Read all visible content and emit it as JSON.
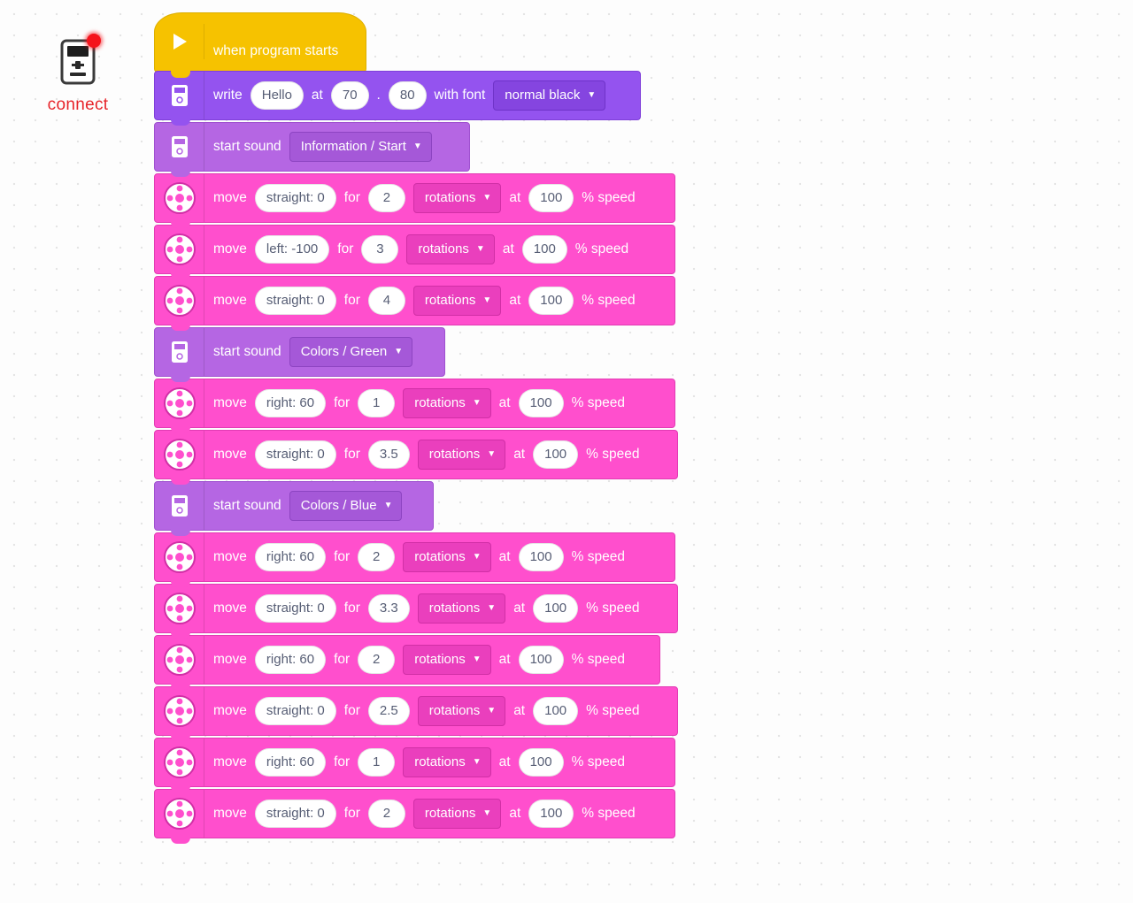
{
  "connect": {
    "label": "connect",
    "status_color": "#f5131b",
    "icon": "hub-icon"
  },
  "colors": {
    "event": "#f6c200",
    "display": "#9453ef",
    "sound": "#b566e3",
    "move": "#ff4fcd"
  },
  "script": {
    "hat": {
      "label": "when program starts",
      "icon": "play-icon"
    },
    "write": {
      "word": "write",
      "text": "Hello",
      "at_word": "at",
      "x": "70",
      "sep": ".",
      "y": "80",
      "font_word": "with font",
      "font": "normal black",
      "icon": "hub-display-icon"
    },
    "sound1": {
      "word": "start sound",
      "sound": "Information / Start",
      "icon": "hub-sound-icon"
    },
    "moves": [
      {
        "direction": "straight: 0",
        "amount": "2",
        "unit": "rotations",
        "speed": "100"
      },
      {
        "direction": "left: -100",
        "amount": "3",
        "unit": "rotations",
        "speed": "100"
      },
      {
        "direction": "straight: 0",
        "amount": "4",
        "unit": "rotations",
        "speed": "100"
      },
      {
        "direction": "right: 60",
        "amount": "1",
        "unit": "rotations",
        "speed": "100"
      },
      {
        "direction": "straight: 0",
        "amount": "3.5",
        "unit": "rotations",
        "speed": "100"
      },
      {
        "direction": "right: 60",
        "amount": "2",
        "unit": "rotations",
        "speed": "100"
      },
      {
        "direction": "straight: 0",
        "amount": "3.3",
        "unit": "rotations",
        "speed": "100"
      },
      {
        "direction": "right: 60",
        "amount": "2",
        "unit": "rotations",
        "speed": "100"
      },
      {
        "direction": "straight: 0",
        "amount": "2.5",
        "unit": "rotations",
        "speed": "100"
      },
      {
        "direction": "right: 60",
        "amount": "1",
        "unit": "rotations",
        "speed": "100"
      },
      {
        "direction": "straight: 0",
        "amount": "2",
        "unit": "rotations",
        "speed": "100"
      }
    ],
    "sound2": {
      "word": "start sound",
      "sound": "Colors / Green"
    },
    "sound3": {
      "word": "start sound",
      "sound": "Colors / Blue"
    },
    "move_words": {
      "move": "move",
      "for": "for",
      "at": "at",
      "speed": "% speed"
    }
  }
}
